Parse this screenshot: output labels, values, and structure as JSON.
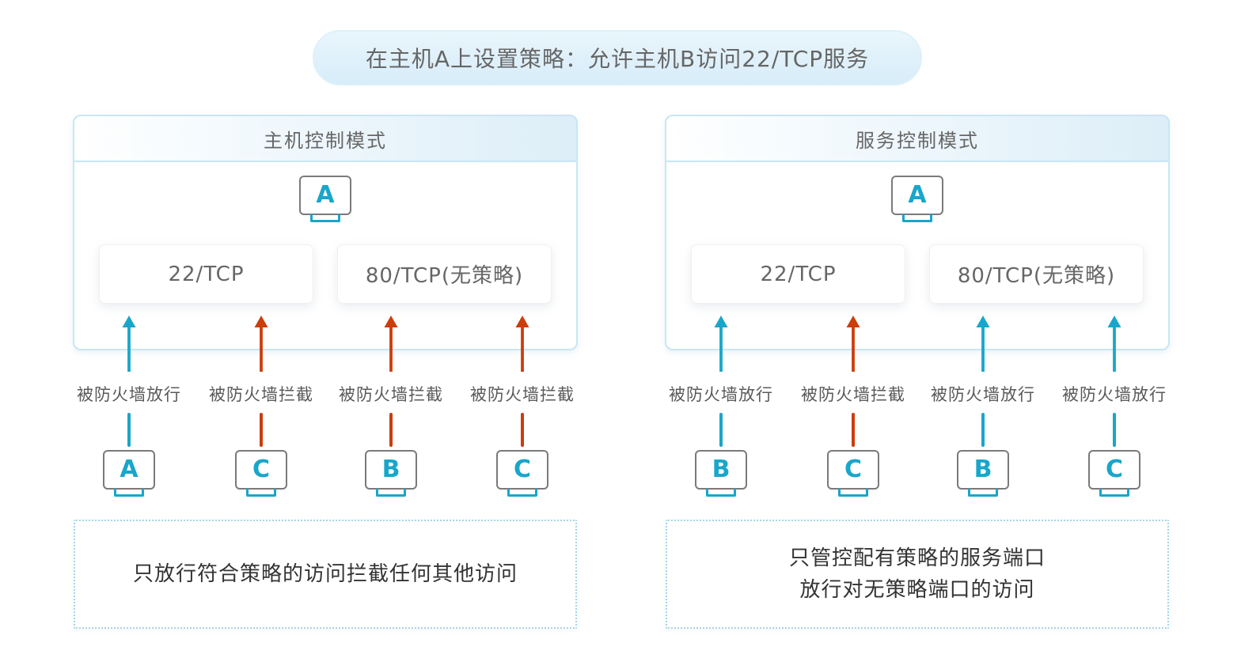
{
  "colors": {
    "flow-allow": "#19A6CA",
    "flow-block": "#CC3D0C",
    "panel-border": "#C9E6F3",
    "header-tint": "#DDEEF8",
    "pill-bg": "#DFF0FA"
  },
  "banner": {
    "text": "在主机A上设置策略：允许主机B访问22/TCP服务"
  },
  "panels": [
    {
      "title": "主机控制模式",
      "server": {
        "label": "A"
      },
      "ports": [
        {
          "label": "22/TCP"
        },
        {
          "label": "80/TCP(无策略)"
        }
      ],
      "flows": [
        {
          "status": "allow",
          "label": "被防火墙放行",
          "host": "A"
        },
        {
          "status": "block",
          "label": "被防火墙拦截",
          "host": "C"
        },
        {
          "status": "block",
          "label": "被防火墙拦截",
          "host": "B"
        },
        {
          "status": "block",
          "label": "被防火墙拦截",
          "host": "C"
        }
      ],
      "note": {
        "lines": [
          "只放行符合策略的访问拦截任何其他访问"
        ]
      }
    },
    {
      "title": "服务控制模式",
      "server": {
        "label": "A"
      },
      "ports": [
        {
          "label": "22/TCP"
        },
        {
          "label": "80/TCP(无策略)"
        }
      ],
      "flows": [
        {
          "status": "allow",
          "label": "被防火墙放行",
          "host": "B"
        },
        {
          "status": "block",
          "label": "被防火墙拦截",
          "host": "C"
        },
        {
          "status": "allow",
          "label": "被防火墙放行",
          "host": "B"
        },
        {
          "status": "allow",
          "label": "被防火墙放行",
          "host": "C"
        }
      ],
      "note": {
        "lines": [
          "只管控配有策略的服务端口",
          "放行对无策略端口的访问"
        ]
      }
    }
  ]
}
